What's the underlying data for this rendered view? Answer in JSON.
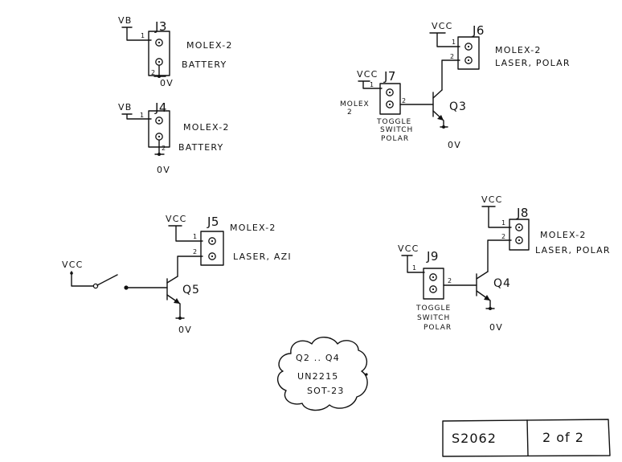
{
  "connectors": {
    "j3": {
      "supply": "VB",
      "ref": "J3",
      "pin1": "1",
      "pin2": "2",
      "type": "MOLEX-2",
      "function": "BATTERY",
      "gnd": "0V"
    },
    "j4": {
      "supply": "VB",
      "ref": "J4",
      "pin1": "1",
      "pin2": "2",
      "type": "MOLEX-2",
      "function": "BATTERY",
      "gnd": "0V"
    },
    "j5": {
      "supply": "VCC",
      "ref": "J5",
      "pin1": "1",
      "pin2": "2",
      "type": "MOLEX-2",
      "function": "LASER, AZI"
    },
    "j6": {
      "supply": "VCC",
      "ref": "J6",
      "pin1": "1",
      "pin2": "2",
      "type": "MOLEX-2",
      "function": "LASER, POLAR"
    },
    "j7": {
      "supply": "VCC",
      "ref": "J7",
      "pin1": "1",
      "pin2": "2",
      "type_line1": "MOLEX",
      "type_line2": "2",
      "func_line1": "TOGGLE",
      "func_line2": "SWITCH",
      "func_line3": "POLAR"
    },
    "j8": {
      "supply": "VCC",
      "ref": "J8",
      "pin1": "1",
      "pin2": "2",
      "type": "MOLEX-2",
      "function": "LASER, POLAR"
    },
    "j9": {
      "supply": "VCC",
      "ref": "J9",
      "pin1": "1",
      "pin2": "2",
      "func_line1": "TOGGLE",
      "func_line2": "SWITCH",
      "func_line3": "POLAR"
    }
  },
  "transistors": {
    "q3": {
      "ref": "Q3",
      "gnd": "0V"
    },
    "q4": {
      "ref": "Q4",
      "gnd": "0V"
    },
    "q5": {
      "ref": "Q5",
      "gnd": "0V"
    }
  },
  "switch": {
    "supply": "VCC"
  },
  "note": {
    "line1": "Q2 .. Q4",
    "line2": "UN2215",
    "line3": "SOT-23"
  },
  "title_block": {
    "drawing_no": "S2062",
    "sheet": "2 of 2"
  }
}
